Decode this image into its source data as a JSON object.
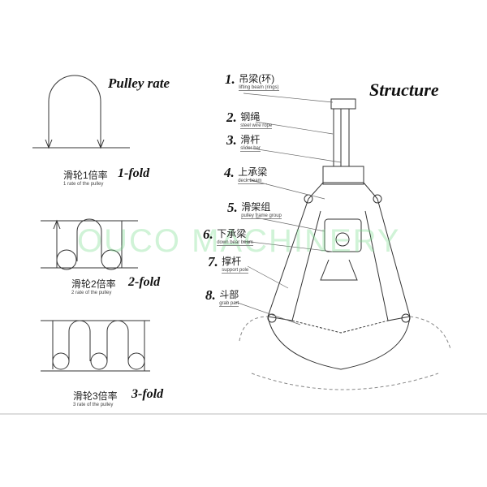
{
  "pulley": {
    "title": "Pulley rate",
    "items": [
      {
        "cn": "滑轮1倍率",
        "en": "1 rate of the pulley",
        "fold": "1-fold"
      },
      {
        "cn": "滑轮2倍率",
        "en": "2 rate of the pulley",
        "fold": "2-fold"
      },
      {
        "cn": "滑轮3倍率",
        "en": "3 rate of the pulley",
        "fold": "3-fold"
      }
    ]
  },
  "structure": {
    "title": "Structure",
    "parts": [
      {
        "num": "1.",
        "cn": "吊梁(环)",
        "en": "lifting beam (rings)"
      },
      {
        "num": "2.",
        "cn": "钢绳",
        "en": "steel wire rope"
      },
      {
        "num": "3.",
        "cn": "滑杆",
        "en": "slider bar"
      },
      {
        "num": "4.",
        "cn": "上承梁",
        "en": "deck beam"
      },
      {
        "num": "5.",
        "cn": "滑架组",
        "en": "pulley frame group"
      },
      {
        "num": "6.",
        "cn": "下承梁",
        "en": "down bear beam"
      },
      {
        "num": "7.",
        "cn": "撑杆",
        "en": "support pole"
      },
      {
        "num": "8.",
        "cn": "斗部",
        "en": "grab part"
      }
    ]
  },
  "watermark": "OUCO MACHINERY"
}
